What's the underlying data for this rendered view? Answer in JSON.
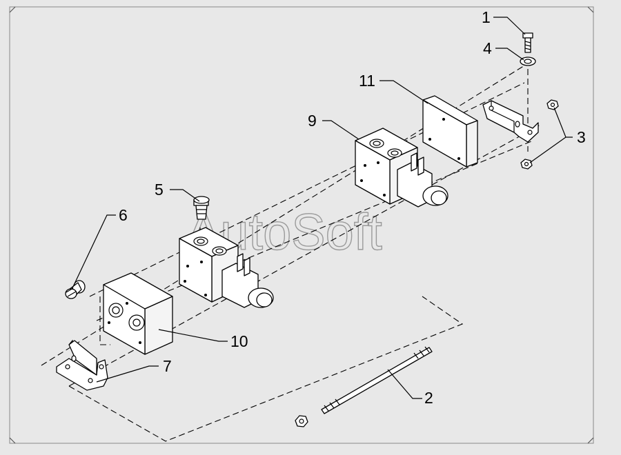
{
  "watermark": "AutoSoft",
  "callouts": [
    {
      "id": "1",
      "label": "1"
    },
    {
      "id": "2",
      "label": "2"
    },
    {
      "id": "3",
      "label": "3"
    },
    {
      "id": "4",
      "label": "4"
    },
    {
      "id": "5",
      "label": "5"
    },
    {
      "id": "6",
      "label": "6"
    },
    {
      "id": "7",
      "label": "7"
    },
    {
      "id": "9",
      "label": "9"
    },
    {
      "id": "10",
      "label": "10"
    },
    {
      "id": "11",
      "label": "11"
    }
  ],
  "colors": {
    "background": "#e8e8e8",
    "line": "#000000",
    "watermark": "#9a9a9a"
  }
}
